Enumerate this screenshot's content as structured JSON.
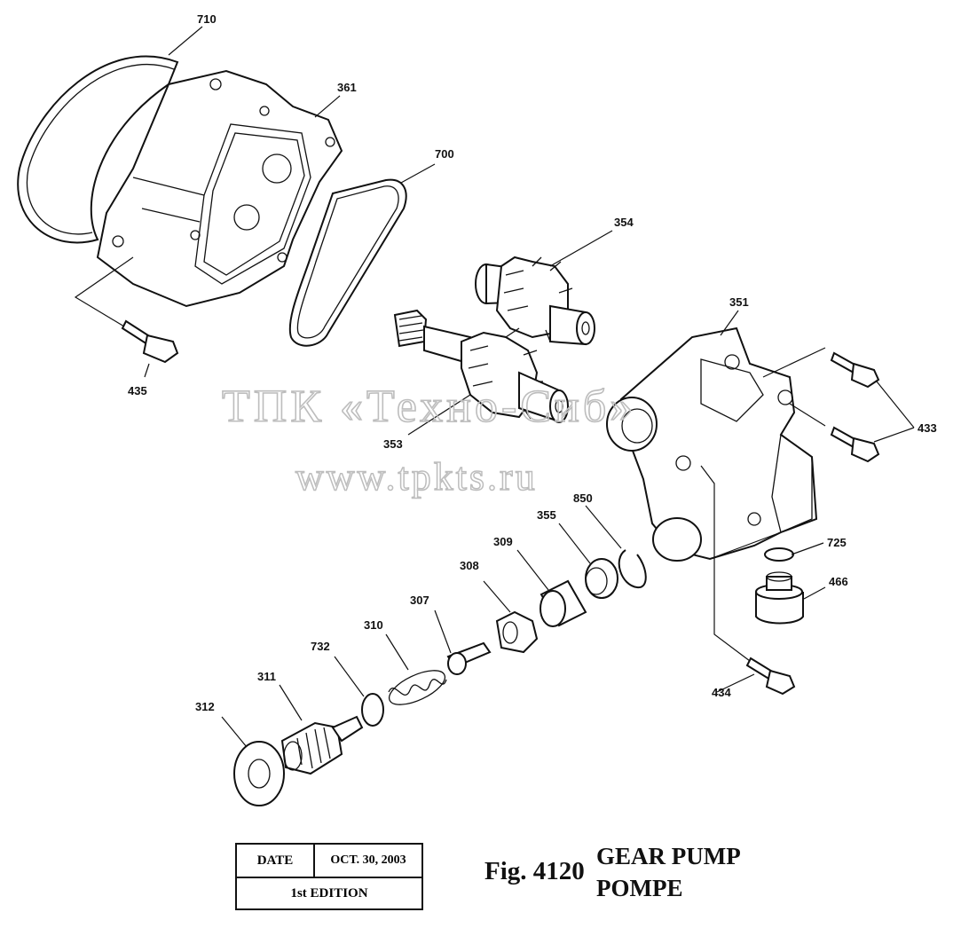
{
  "watermark": {
    "company": "ТПК «Техно-Сиб»",
    "website": "www.tpkts.ru"
  },
  "callouts": [
    {
      "id": "p710",
      "text": "710"
    },
    {
      "id": "p361",
      "text": "361"
    },
    {
      "id": "p700",
      "text": "700"
    },
    {
      "id": "p354",
      "text": "354"
    },
    {
      "id": "p351",
      "text": "351"
    },
    {
      "id": "p435",
      "text": "435"
    },
    {
      "id": "p433",
      "text": "433"
    },
    {
      "id": "p353",
      "text": "353"
    },
    {
      "id": "p850",
      "text": "850"
    },
    {
      "id": "p355",
      "text": "355"
    },
    {
      "id": "p309",
      "text": "309"
    },
    {
      "id": "p308",
      "text": "308"
    },
    {
      "id": "p307",
      "text": "307"
    },
    {
      "id": "p310",
      "text": "310"
    },
    {
      "id": "p732",
      "text": "732"
    },
    {
      "id": "p311",
      "text": "311"
    },
    {
      "id": "p312",
      "text": "312"
    },
    {
      "id": "p725",
      "text": "725"
    },
    {
      "id": "p466",
      "text": "466"
    },
    {
      "id": "p434",
      "text": "434"
    }
  ],
  "title_block": {
    "date_label": "DATE",
    "date_value": "OCT. 30, 2003",
    "edition": "1st EDITION"
  },
  "figure": {
    "number": "Fig. 4120",
    "title_en": "GEAR PUMP",
    "title_fr": "POMPE"
  }
}
